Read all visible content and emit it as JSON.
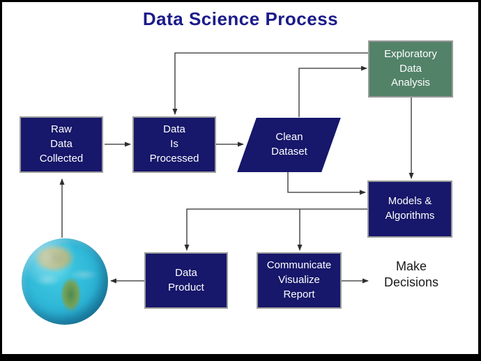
{
  "title": "Data Science Process",
  "nodes": {
    "raw_data_collected": {
      "label": "Raw\nData\nCollected"
    },
    "data_is_processed": {
      "label": "Data\nIs\nProcessed"
    },
    "clean_dataset": {
      "label": "Clean\nDataset"
    },
    "exploratory_data_analysis": {
      "label": "Exploratory\nData\nAnalysis"
    },
    "models_algorithms": {
      "label": "Models &\nAlgorithms"
    },
    "data_product": {
      "label": "Data\nProduct"
    },
    "communicate_visualize_report": {
      "label": "Communicate\nVisualize\nReport"
    },
    "make_decisions": {
      "label": "Make\nDecisions"
    }
  },
  "icons": {
    "globe": "earth-globe-image"
  },
  "edges": [
    "raw_data_collected -> data_is_processed",
    "data_is_processed -> clean_dataset",
    "clean_dataset -> exploratory_data_analysis",
    "exploratory_data_analysis -> data_is_processed",
    "exploratory_data_analysis -> models_algorithms",
    "clean_dataset -> models_algorithms",
    "models_algorithms -> data_product",
    "models_algorithms -> communicate_visualize_report",
    "data_product -> globe",
    "communicate_visualize_report -> make_decisions",
    "globe -> raw_data_collected"
  ],
  "colors": {
    "node_fill": "#17176B",
    "eda_fill": "#528268",
    "node_border": "#9B9B9B",
    "node_text": "#FFFFFF",
    "title_text": "#1B1B8A",
    "arrow": "#2E2E2E",
    "frame": "#000000",
    "background": "#FFFFFF"
  }
}
